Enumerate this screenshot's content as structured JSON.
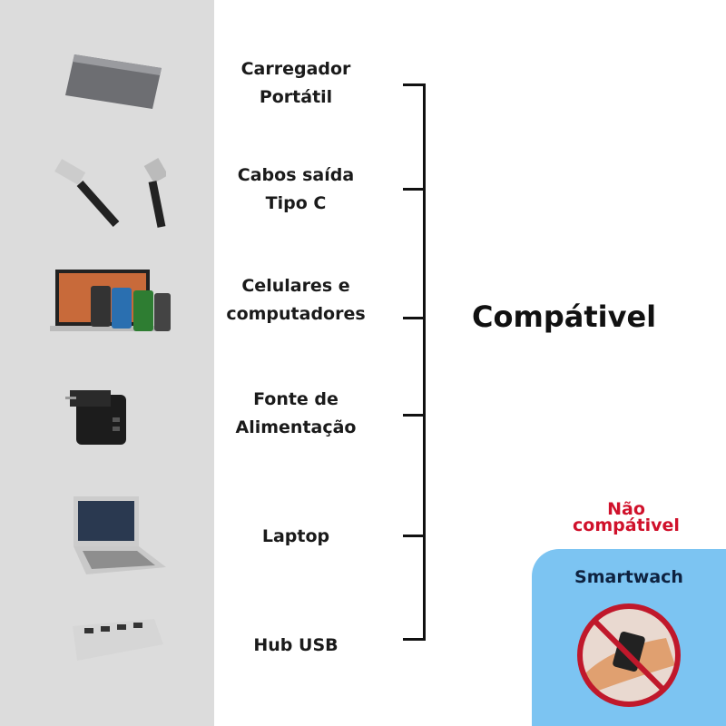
{
  "items": [
    {
      "line1": "Carregador",
      "line2": "Portátil",
      "icon": "power-bank-icon"
    },
    {
      "line1": "Cabos saída",
      "line2": "Tipo C",
      "icon": "usb-cable-icon"
    },
    {
      "line1": "Celulares e",
      "line2": "computadores",
      "icon": "devices-icon"
    },
    {
      "line1": "Fonte de",
      "line2": "Alimentação",
      "icon": "charger-icon"
    },
    {
      "line1": "Laptop",
      "icon": "laptop-icon"
    },
    {
      "line1": "Hub USB",
      "icon": "usb-hub-icon"
    }
  ],
  "compatible_label": "Compátivel",
  "not_compatible": {
    "line1": "Não",
    "line2": "compátivel",
    "device": "Smartwach"
  },
  "colors": {
    "left_panel": "#dcdcdc",
    "blue_box": "#7cc4f2",
    "red": "#d0112b"
  }
}
